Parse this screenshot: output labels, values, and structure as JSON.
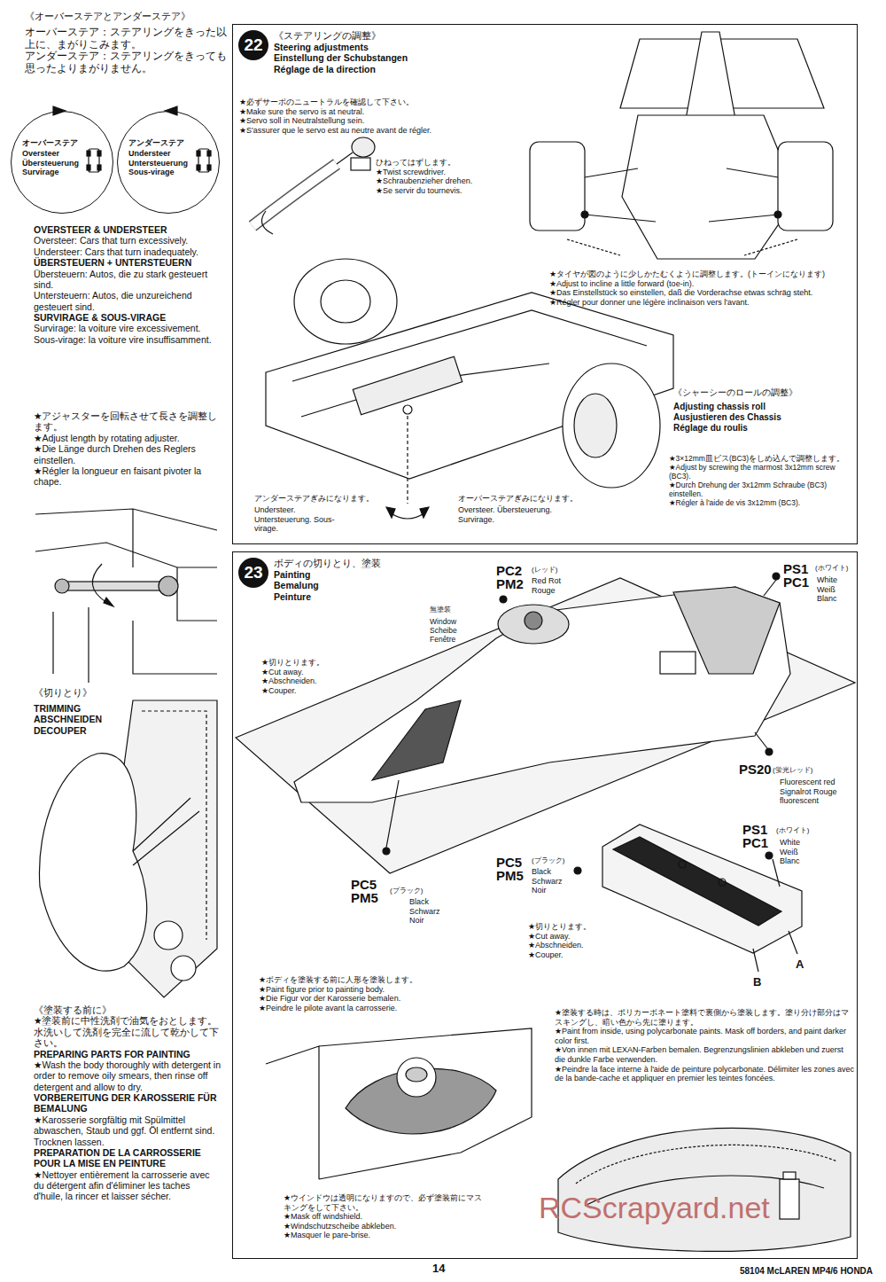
{
  "diagram": {
    "nodes": [
      {
        "text": [
          "オーバーステア",
          "Oversteer Übersteuerung Survirage"
        ]
      },
      {
        "text": [
          "アンダーステア",
          "Understeer Untersteuerung Sous-virage"
        ]
      },
      {
        "text": [
          "《ステアリングの調整》",
          "Steering adjustments Einstellung der Schubstangen Réglage de la direction"
        ]
      },
      {
        "text": [
          "22"
        ],
        "in": 2
      },
      {
        "text": [
          "ボディの切りとり、塗装",
          "Painting Bemalung Peinture"
        ]
      },
      {
        "text": [
          "23"
        ],
        "in": 4
      }
    ],
    "labels": [
      "《オーバーステアとアンダーステア》",
      "オーバーステア：ステアリングをきった以上に、まがりこみます。",
      "アンダーステア：ステアリングをきっても思ったよりまがりません。",
      "OVERSTEER & UNDERSTEER",
      "Oversteer: Cars that turn excessively.",
      "Understeer: Cars that turn inadequately.",
      "ÜBERSTEUERN + UNTERSTEUERN",
      "Übersteuern: Autos, die zu stark gesteuert sind.",
      "Untersteuern: Autos, die unzureichend gesteuert sind.",
      "SURVIRAGE & SOUS-VIRAGE",
      "Survirage: la voiture vire excessivement.",
      "Sous-virage: la voiture vire insuffisamment.",
      "★アジャスターを回転させて長さを調整します。",
      "★Adjust length by rotating adjuster.",
      "★Die Länge durch Drehen des Reglers einstellen.",
      "★Régler la longueur en faisant pivoter la chape.",
      "《切りとり》",
      "TRIMMING ABSCHNEIDEN DECOUPER",
      "《塗装する前に》",
      "★塗装前に中性洗剤で油気をおとします。水洗いして洗剤を完全に流して乾かして下さい。",
      "PREPARING PARTS FOR PAINTING",
      "★Wash the body thoroughly with detergent in order to remove oily smears, then rinse off detergent and allow to dry.",
      "VORBEREITUNG DER KAROSSERIE FÜR BEMALUNG",
      "★Karosserie sorgfältig mit Spülmittel abwaschen, Staub und ggf. Öl entfernt sind. Trocknen lassen.",
      "PREPARATION DE LA CARROSSERIE POUR LA MISE EN PEINTURE",
      "★Nettoyer entièrement la carrosserie avec du détergent afin d'éliminer les taches d'huile, la rincer et laisser sécher.",
      "★必ずサーボのニュートラルを確認して下さい。",
      "★Make sure the servo is at neutral.",
      "★Servo soll in Neutralstellung sein.",
      "★S'assurer que le servo est au neutre avant de régler.",
      "ひねってはずします。",
      "★Twist screwdriver.",
      "★Schraubenzieher drehen.",
      "★Se servir du tournevis.",
      "★タイヤが図のように少しかたむくように調整します。(トーインになります)",
      "★Adjust to incline a little forward (toe-in).",
      "★Das Einstellstück so einstellen, daß die Vorderachse etwas schräg steht.",
      "★Régler pour donner une légère inclinaison vers l'avant.",
      "《シャーシーのロールの調整》",
      "Adjusting chassis roll Ausjustieren des Chassis Réglage du roulis",
      "★3×12mm皿ビス(BC3)をしめ込んで調整します。",
      "★Adjust by screwing the marmost 3x12mm screw (BC3).",
      "★Durch Drehung der 3x12mm Schraube (BC3) einstellen.",
      "★Régler à l'aide de vis 3x12mm (BC3).",
      "アンダーステアぎみになります。",
      "Understeer. Untersteuerung. Sous-virage.",
      "オーバーステアぎみになります。",
      "Oversteer. Übersteuerung. Survirage.",
      "PC2 PM2",
      "(レッド)",
      "Red Rot Rouge",
      "PS1 PC1",
      "(ホワイト)",
      "White Weiß Blanc",
      "無塗装",
      "Window Scheibe Fenêtre",
      "★切りとります。",
      "★Cut away.",
      "★Abschneiden.",
      "★Couper.",
      "PS20",
      "(蛍光レッド)",
      "Fluorescent red Signalrot Rouge fluorescent",
      "PS1 PC1",
      "(ホワイト)",
      "White Weiß Blanc",
      "PC5 PM5",
      "(ブラック)",
      "Black Schwarz Noir",
      "★切りとります。",
      "★Cut away.",
      "★Abschneiden.",
      "★Couper.",
      "A",
      "B",
      "PC5 PM5",
      "(ブラック)",
      "Black Schwarz Noir",
      "★ボディを塗装する前に人形を塗装します。",
      "★Paint figure prior to painting body.",
      "★Die Figur vor der Karosserie bemalen.",
      "★Peindre le pilote avant la carrosserie.",
      "★塗装する時は、ポリカーボネート塗料で裏側から塗装します。塗り分け部分はマスキングし、暗い色から先に塗ります。",
      "★Paint from inside, using polycarbonate paints. Mask off borders, and paint darker color first.",
      "★Von innen mit LEXAN-Farben bemalen. Begrenzungslinien abkleben und zuerst die dunkle Farbe verwenden.",
      "★Peindre la face interne à l'aide de peinture polycarbonate. Délimiter les zones avec de la bande-cache et appliquer en premier les teintes foncées.",
      "★ウインドウは透明になりますので、必ず塗装前にマスキングをして下さい。",
      "★Mask off windshield.",
      "★Windschutzscheibe abkleben.",
      "★Masquer le pare-brise.",
      "14",
      "58104 McLAREN MP4/6 HONDA",
      "RCScrapyard.net"
    ]
  }
}
